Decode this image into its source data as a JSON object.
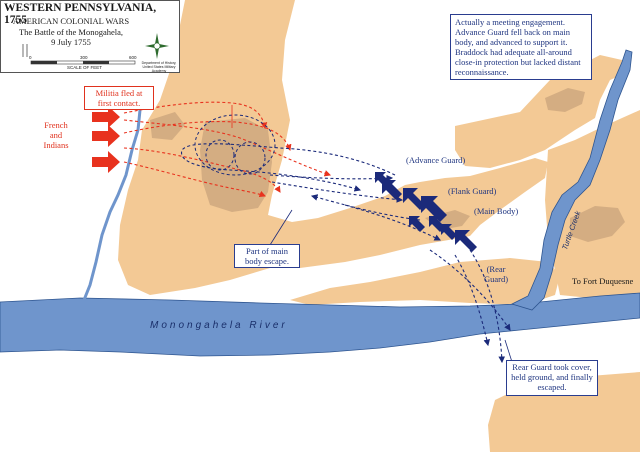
{
  "title": {
    "main": "WESTERN PENNSYLVANIA, 1755",
    "series": "AMERICAN COLONIAL WARS",
    "battle_line1": "The Battle of the Monogahela,",
    "battle_line2": "9 July 1755"
  },
  "scale": {
    "tick_left": "0",
    "tick_mid": "300",
    "tick_right": "600",
    "caption": "SCALE OF FEET",
    "logo_text": "Department of History, United States Military Academy"
  },
  "notes": {
    "summary": "Actually a meeting engagement. Advance Guard fell back on main body, and advanced to support it. Braddock had adequate all-around close-in protection but lacked distant reconnaissance.",
    "militia": "Militia fled at first contact.",
    "main_body_escape": "Part of main body escape.",
    "rear_guard_escape": "Rear Guard took cover, held ground, and finally escaped."
  },
  "labels": {
    "french_line1": "French",
    "french_line2": "and",
    "french_line3": "Indians",
    "advance_guard": "(Advance Guard)",
    "flank_guard": "(Flank Guard)",
    "main_body": "(Main Body)",
    "rear_guard_line1": "(Rear",
    "rear_guard_line2": "Guard)",
    "to_fort": "To Fort Duquesne",
    "river": "Monongahela River",
    "creek": "Turtle Creek"
  },
  "colors": {
    "terrain": "#f3c995",
    "hill": "#d4ad82",
    "water": "#6f95cc",
    "british": "#1b2a7a",
    "french": "#e8321e"
  }
}
